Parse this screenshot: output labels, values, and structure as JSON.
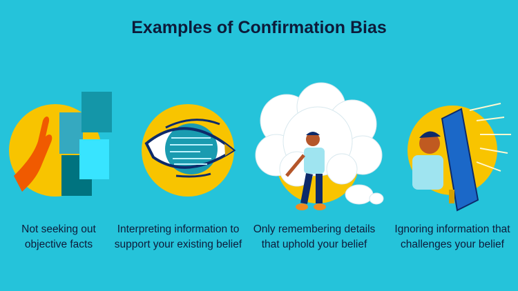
{
  "title": "Examples of Confirmation Bias",
  "examples": [
    {
      "line1": "Not seeking out",
      "line2": "objective facts",
      "icon": "hand-blocking-boxes"
    },
    {
      "line1": "Interpreting information to",
      "line2": "support your existing belief",
      "icon": "eye-with-text"
    },
    {
      "line1": "Only remembering details",
      "line2": "that uphold your belief",
      "icon": "person-on-thought-cloud"
    },
    {
      "line1": "Ignoring information that",
      "line2": "challenges your belief",
      "icon": "person-with-shield"
    }
  ],
  "colors": {
    "background": "#25c3da",
    "accent": "#f8c400",
    "text": "#0d1b3a"
  }
}
